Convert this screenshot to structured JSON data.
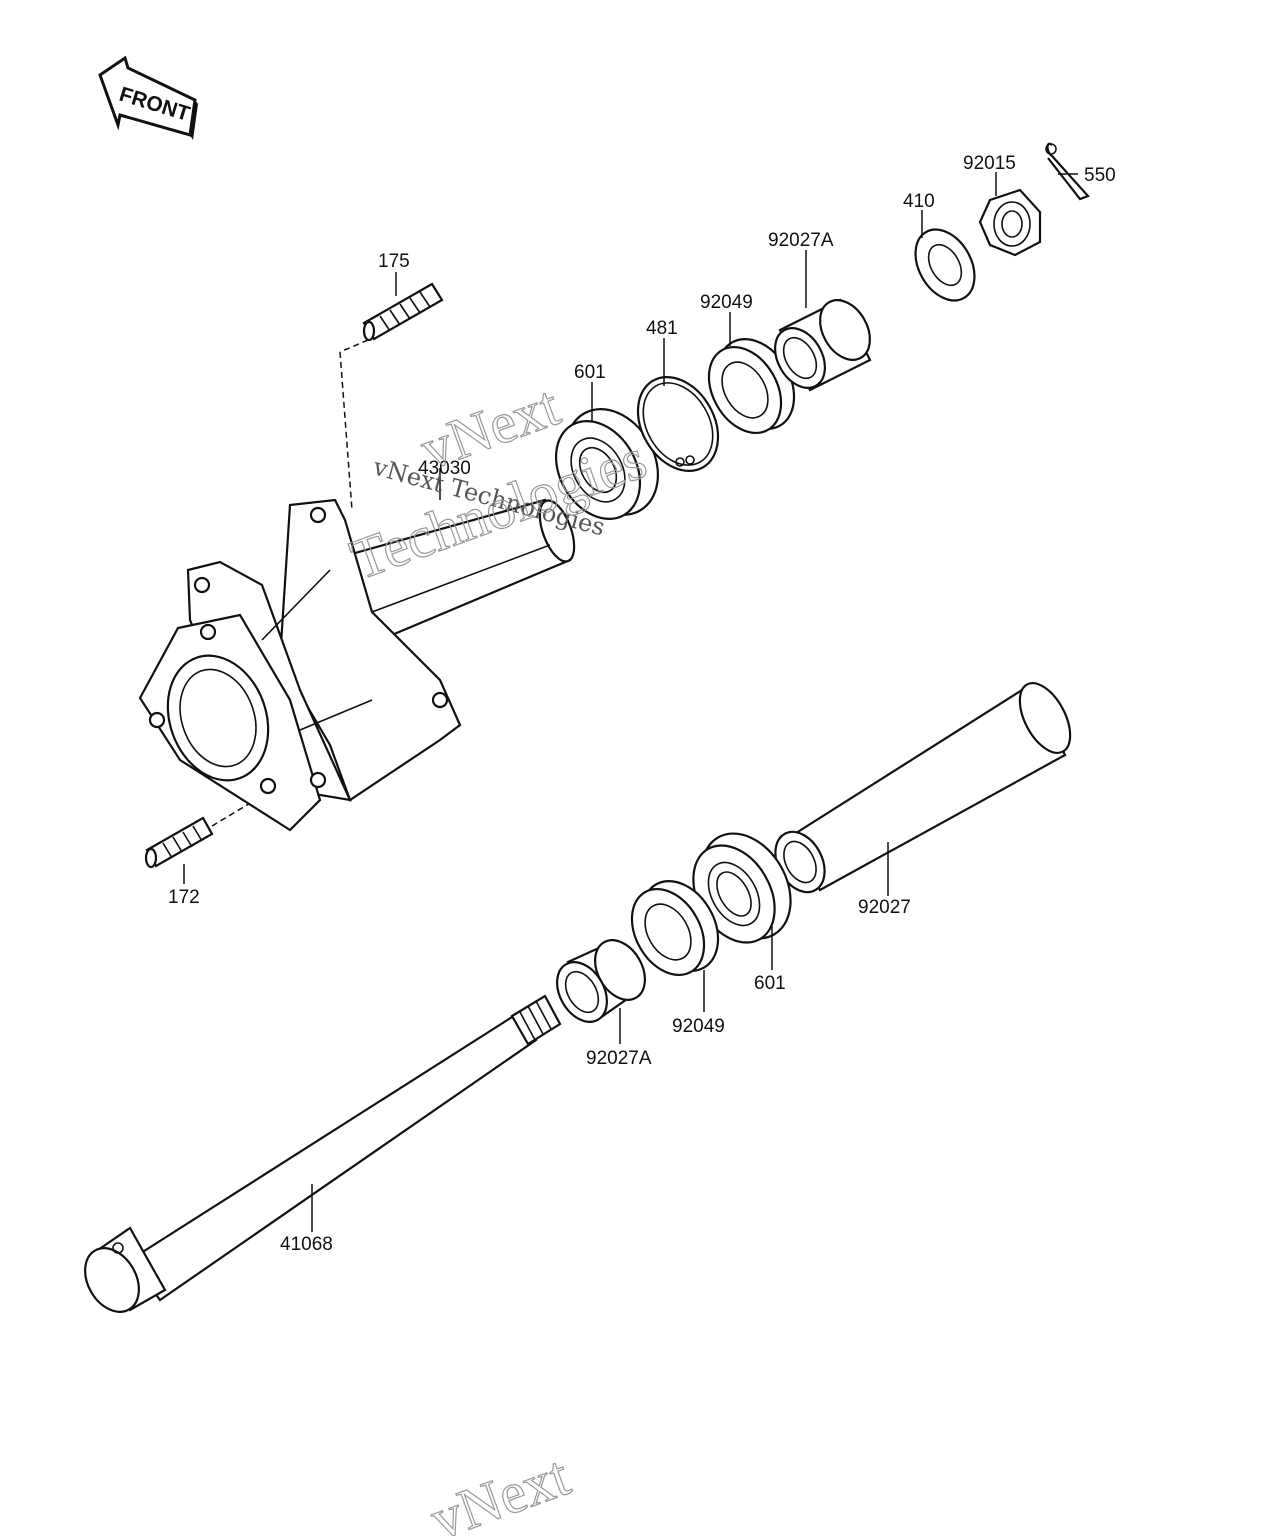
{
  "front_badge": {
    "text": "FRONT"
  },
  "callouts": [
    {
      "id": "175",
      "text": "175"
    },
    {
      "id": "172",
      "text": "172"
    },
    {
      "id": "hub",
      "text": "43030"
    },
    {
      "id": "601a",
      "text": "601"
    },
    {
      "id": "481",
      "text": "481"
    },
    {
      "id": "92049a",
      "text": "92049"
    },
    {
      "id": "92027Aa",
      "text": "92027A"
    },
    {
      "id": "410",
      "text": "410"
    },
    {
      "id": "92015",
      "text": "92015"
    },
    {
      "id": "550",
      "text": "550"
    },
    {
      "id": "92027",
      "text": "92027"
    },
    {
      "id": "601b",
      "text": "601"
    },
    {
      "id": "92049b",
      "text": "92049"
    },
    {
      "id": "92027Ab",
      "text": "92027A"
    },
    {
      "id": "41068",
      "text": "41068"
    }
  ],
  "watermarks": [
    {
      "text": "vNext Technologies"
    },
    {
      "text": "vNext"
    },
    {
      "text": "Technologies"
    },
    {
      "text": "vNext"
    }
  ]
}
